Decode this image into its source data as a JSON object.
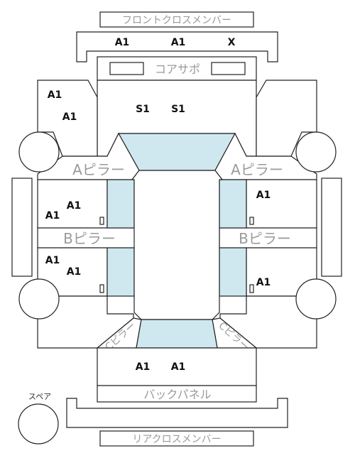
{
  "labels": {
    "front_cross_member": "フロントクロスメンバー",
    "core_support": "コアサポ",
    "a_pillar": "Aピラー",
    "b_pillar": "Bピラー",
    "c_pillar": "Cピラー",
    "back_panel": "バックパネル",
    "rear_cross_member": "リアクロスメンバー",
    "spare": "スペア"
  },
  "grades": {
    "front_cross_member": [
      "A1",
      "A1",
      "X"
    ],
    "front_left_fender": [
      "A1",
      "A1"
    ],
    "bonnet": [
      "S1",
      "S1"
    ],
    "left_front_door": [
      "A1",
      "A1"
    ],
    "left_rear_door": [
      "A1",
      "A1"
    ],
    "right_front_door": "A1",
    "right_rear_door": "A1",
    "trunk": [
      "A1",
      "A1"
    ]
  },
  "colors": {
    "glass": "#cfe8ef",
    "outline": "#222222",
    "muted_label": "#9a9a9a"
  }
}
